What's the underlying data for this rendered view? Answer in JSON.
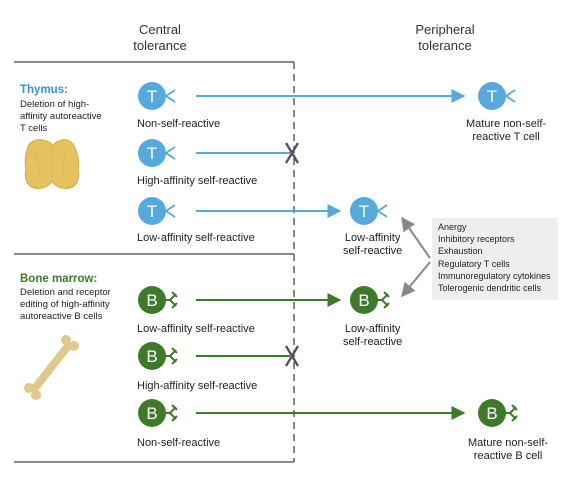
{
  "colors": {
    "t_cell": "#55a9dc",
    "b_cell": "#3e7a2a",
    "thymus": "#e6c25f",
    "bone": "#e0c88c",
    "divider": "#444444"
  },
  "headers": {
    "central_1": "Central",
    "central_2": "tolerance",
    "peripheral_1": "Peripheral",
    "peripheral_2": "tolerance"
  },
  "thymus": {
    "title": "Thymus:",
    "desc_1": "Deletion of high-",
    "desc_2": "affinity autoreactive",
    "desc_3": "T cells"
  },
  "bone_marrow": {
    "title": "Bone marrow:",
    "desc_1": "Deletion and receptor",
    "desc_2": "editing of high-affinity",
    "desc_3": "autoreactive B cells"
  },
  "t_rows": [
    {
      "cell_letter": "T",
      "label": "Non-self-reactive"
    },
    {
      "cell_letter": "T",
      "label": "High-affinity self-reactive"
    },
    {
      "cell_letter": "T",
      "label": "Low-affinity self-reactive"
    }
  ],
  "b_rows": [
    {
      "cell_letter": "B",
      "label": "Low-affinity self-reactive"
    },
    {
      "cell_letter": "B",
      "label": "High-affinity self-reactive"
    },
    {
      "cell_letter": "B",
      "label": "Non-self-reactive"
    }
  ],
  "peripheral": {
    "t_mature_letter": "T",
    "t_mature_1": "Mature non-self-",
    "t_mature_2": "reactive T cell",
    "t_low_letter": "T",
    "t_low_1": "Low-affinity",
    "t_low_2": "self-reactive",
    "b_low_letter": "B",
    "b_low_1": "Low-affinity",
    "b_low_2": "self-reactive",
    "b_mature_letter": "B",
    "b_mature_1": "Mature non-self-",
    "b_mature_2": "reactive B cell"
  },
  "mechanisms": [
    "Anergy",
    "Inhibitory receptors",
    "Exhaustion",
    "Regulatory T cells",
    "Immunoregulatory cytokines",
    "Tolerogenic dendritic cells"
  ]
}
